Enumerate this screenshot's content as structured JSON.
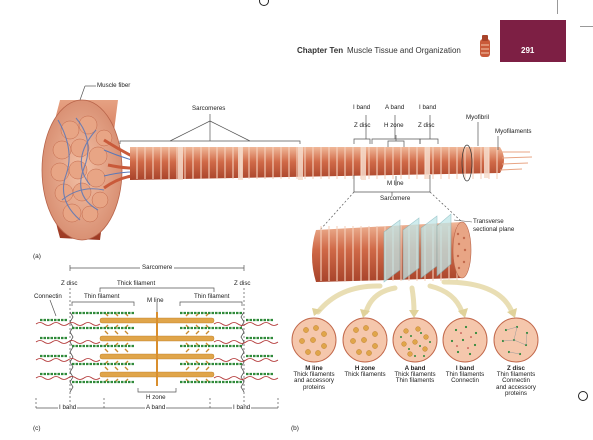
{
  "header": {
    "chapter": "Chapter Ten",
    "title": "Muscle Tissue and Organization",
    "page": "291"
  },
  "figure_a": {
    "panel_label": "(a)",
    "muscle_fiber": "Muscle fiber",
    "sarcomeres": "Sarcomeres",
    "i_band_1": "I band",
    "a_band": "A band",
    "i_band_2": "I band",
    "z_disc_1": "Z disc",
    "h_zone": "H zone",
    "z_disc_2": "Z disc",
    "myofibril": "Myofibril",
    "myofilaments": "Myofilaments",
    "m_line": "M line",
    "sarcomere": "Sarcomere"
  },
  "figure_b": {
    "panel_label": "(b)",
    "transverse_1": "Transverse",
    "transverse_2": "sectional plane",
    "sections": [
      {
        "title": "M line",
        "desc": [
          "Thick filaments",
          "and accessory",
          "proteins"
        ]
      },
      {
        "title": "H zone",
        "desc": [
          "Thick filaments"
        ]
      },
      {
        "title": "A band",
        "desc": [
          "Thick filaments",
          "Thin filaments"
        ]
      },
      {
        "title": "I band",
        "desc": [
          "Thin filaments",
          "Connectin"
        ]
      },
      {
        "title": "Z disc",
        "desc": [
          "Thin filaments",
          "Connectin",
          "and accessory",
          "proteins"
        ]
      }
    ]
  },
  "figure_c": {
    "panel_label": "(c)",
    "sarcomere": "Sarcomere",
    "z_disc_left": "Z disc",
    "thick_filament": "Thick filament",
    "z_disc_right": "Z disc",
    "connectin": "Connectin",
    "thin_filament_left": "Thin filament",
    "m_line": "M line",
    "thin_filament_right": "Thin filament",
    "h_zone": "H zone",
    "i_band_left": "I band",
    "a_band": "A band",
    "i_band_right": "I band"
  },
  "colors": {
    "header_accent": "#7d1f44",
    "muscle": "#c9573a",
    "muscle_light": "#e8a07e",
    "thick_filament": "#e0a54a",
    "thin_filament": "#2f8a3a",
    "connectin": "#b03030"
  }
}
